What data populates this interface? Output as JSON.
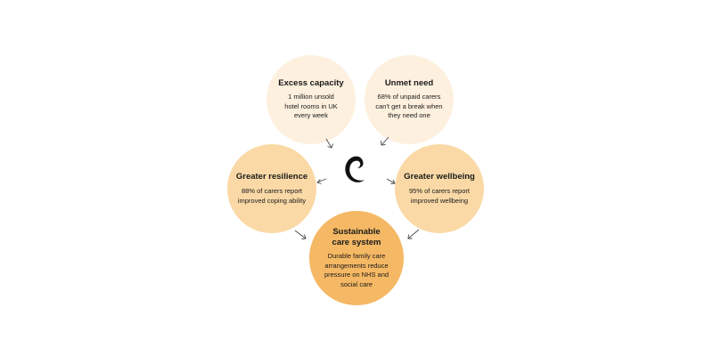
{
  "nodes": {
    "excess": {
      "title": "Excess capacity",
      "lines": [
        "1 million unsold",
        "hotel rooms in UK",
        "every week"
      ]
    },
    "unmet": {
      "title": "Unmet need",
      "lines": [
        "68% of unpaid carers",
        "can't get a break when",
        "they need one"
      ]
    },
    "resilience": {
      "title": "Greater resilience",
      "lines": [
        "88% of carers report",
        "improved coping ability"
      ]
    },
    "wellbeing": {
      "title": "Greater wellbeing",
      "lines": [
        "95% of carers report",
        "improved wellbeing"
      ]
    },
    "sustainable": {
      "title_lines": [
        "Sustainable",
        "care system"
      ],
      "lines": [
        "Durable family care",
        "arrangements reduce",
        "pressure on NHS and",
        "social care"
      ]
    }
  },
  "colors": {
    "light_peach": "#fdf0de",
    "mid_peach": "#fad9a6",
    "orange": "#f5b864",
    "arrow": "#4a4a4a",
    "logo": "#111111"
  },
  "icons": {
    "center": "brand-logo-c-icon"
  }
}
